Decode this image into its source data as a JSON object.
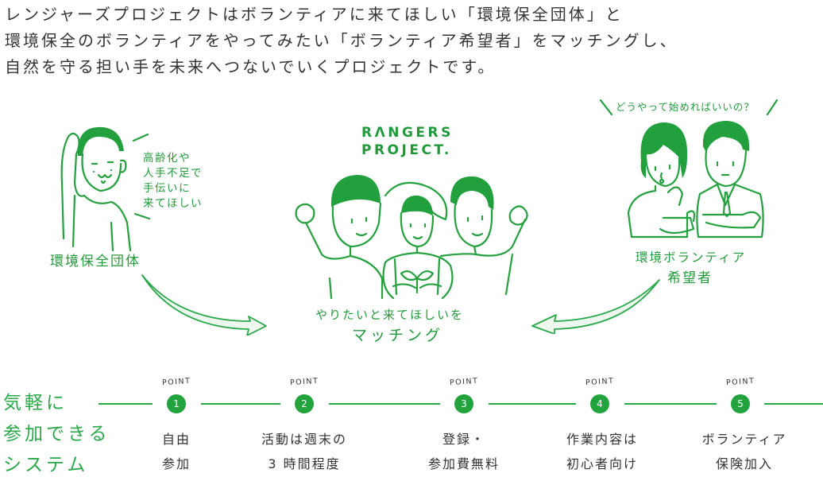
{
  "intro": {
    "lines": [
      "レンジャーズプロジェクトはボランティアに来てほしい「環境保全団体」と",
      "環境保全のボランティアをやってみたい「ボランティア希望者」をマッチングし、",
      "自然を守る担い手を未来へつないでいくプロジェクトです。"
    ]
  },
  "left_group": {
    "bubble_lines": [
      "高齢化や",
      "人手不足で",
      "手伝いに",
      "来てほしい"
    ],
    "label": "環境保全団体",
    "illustration": "elderly-man-scratching-head"
  },
  "center": {
    "logo_line1": "RΛNGERS",
    "logo_line2": "PROJECT.",
    "illustration": "three-volunteers-cheering",
    "caption_line1": "やりたいと来てほしいを",
    "caption_line2": "マッチング"
  },
  "right_group": {
    "bubble": "どうやって始めればいいの？",
    "label_line1": "環境ボランティア",
    "label_line2": "希望者",
    "illustration": "woman-and-man-thinking"
  },
  "system": {
    "heading_lines": [
      "気軽に",
      "参加できる",
      "システム"
    ],
    "point_word": "POINT",
    "points": [
      {
        "number": "1",
        "lines": [
          "自由",
          "参加"
        ]
      },
      {
        "number": "2",
        "lines": [
          "活動は週末の",
          "3 時間程度"
        ]
      },
      {
        "number": "3",
        "lines": [
          "登録・",
          "参加費無料"
        ]
      },
      {
        "number": "4",
        "lines": [
          "作業内容は",
          "初心者向け"
        ]
      },
      {
        "number": "5",
        "lines": [
          "ボランティア",
          "保険加入"
        ]
      }
    ]
  },
  "colors": {
    "brand_green": "#239a3b",
    "text": "#333333",
    "background": "#ffffff"
  }
}
